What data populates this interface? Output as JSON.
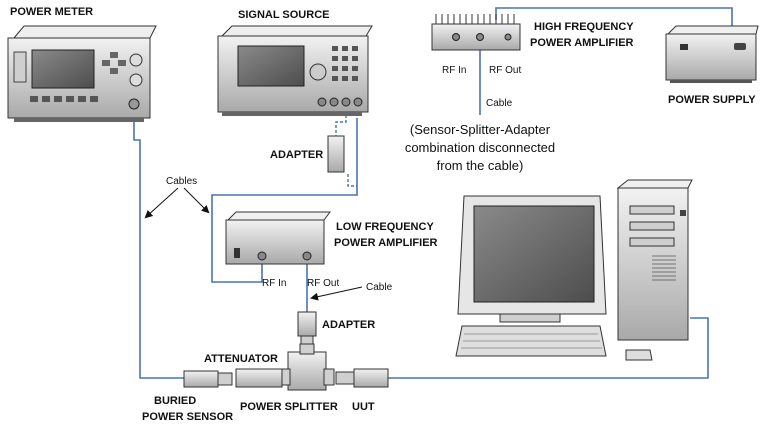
{
  "labels": {
    "power_meter": "POWER METER",
    "signal_source": "SIGNAL SOURCE",
    "hf_amp_line1": "HIGH FREQUENCY",
    "hf_amp_line2": "POWER AMPLIFIER",
    "power_supply": "POWER SUPPLY",
    "hf_rf_in": "RF In",
    "hf_rf_out": "RF Out",
    "hf_cable": "Cable",
    "note_line1": "(Sensor-Splitter-Adapter",
    "note_line2": "combination disconnected",
    "note_line3": "from the cable)",
    "adapter_top": "ADAPTER",
    "cables": "Cables",
    "lf_amp_line1": "LOW FREQUENCY",
    "lf_amp_line2": "POWER AMPLIFIER",
    "lf_rf_in": "RF In",
    "lf_rf_out": "RF Out",
    "lf_cable": "Cable",
    "adapter_bottom": "ADAPTER",
    "attenuator": "ATTENUATOR",
    "sensor_line1": "BURIED",
    "sensor_line2": "POWER SENSOR",
    "power_splitter": "POWER SPLITTER",
    "uut": "UUT"
  },
  "colors": {
    "cable": "#4a73b5",
    "panel": "#d7d7d7",
    "dark": "#333333",
    "screen": "#6f6f6f"
  }
}
